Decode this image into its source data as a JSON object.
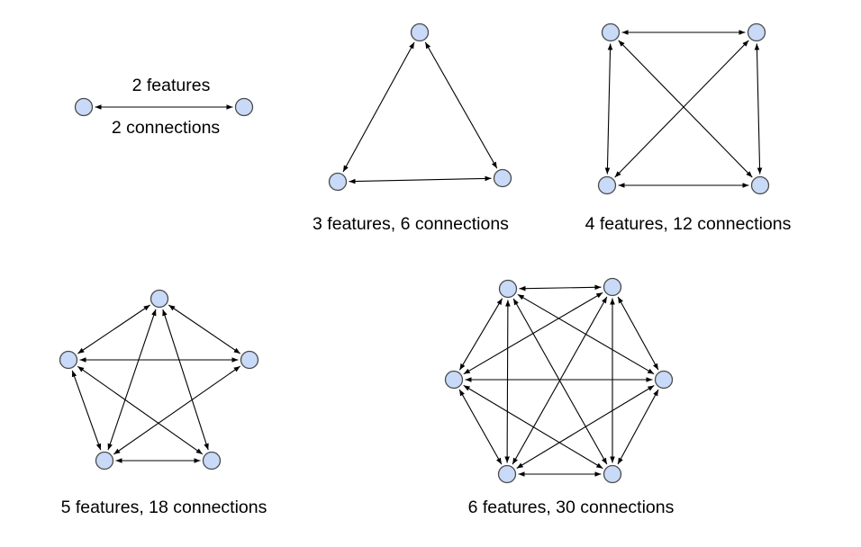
{
  "diagrams": [
    {
      "id": "g2",
      "features": 2,
      "connections": 2,
      "labels": [
        "2 features",
        "2 connections"
      ]
    },
    {
      "id": "g3",
      "features": 3,
      "connections": 6,
      "labels": [
        "3 features, 6 connections"
      ]
    },
    {
      "id": "g4",
      "features": 4,
      "connections": 12,
      "labels": [
        "4 features, 12 connections"
      ]
    },
    {
      "id": "g5",
      "features": 5,
      "connections": 18,
      "labels": [
        "5 features, 18 connections"
      ]
    },
    {
      "id": "g6",
      "features": 6,
      "connections": 30,
      "labels": [
        "6 features, 30 connections"
      ]
    }
  ],
  "colors": {
    "node_fill": "#c9daf8",
    "node_stroke": "#4a4a4a",
    "edge": "#000000"
  }
}
